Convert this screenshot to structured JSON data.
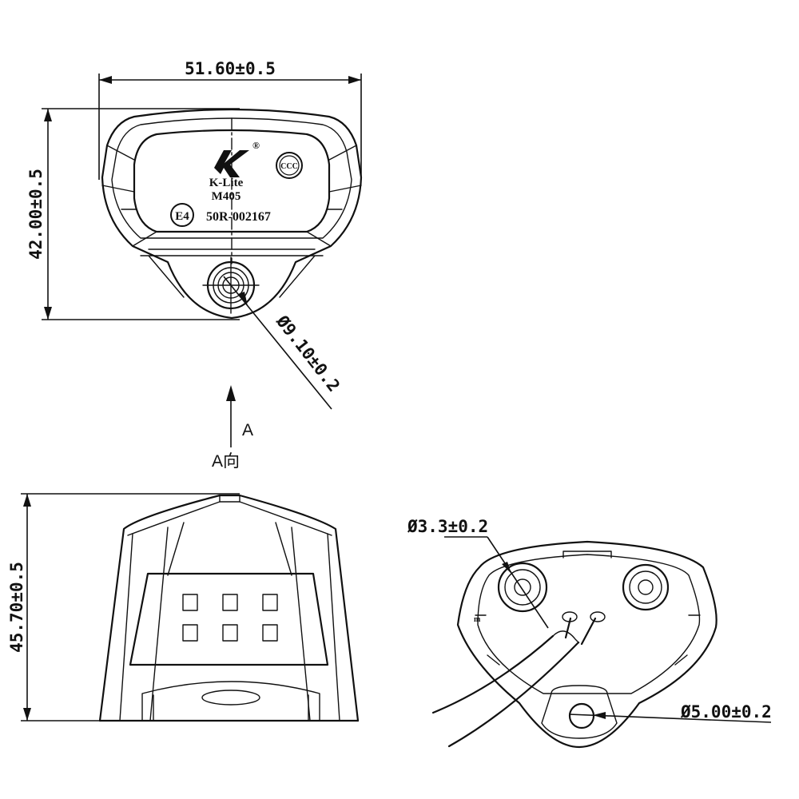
{
  "dimensions": {
    "top_width": "51.60±0.5",
    "top_height": "42.00±0.5",
    "hole_diameter_large": "Ø9.10±0.2",
    "front_height": "45.70±0.5",
    "hole_diameter_small": "Ø3.3±0.2",
    "hole_diameter_mount": "Ø5.00±0.2"
  },
  "view_indicator": {
    "arrow_label": "A",
    "view_label": "A向"
  },
  "product_markings": {
    "brand": "K-Lite",
    "model": "M405",
    "approval_symbol": "E4",
    "approval_number": "50R-002167",
    "certification": "CCC",
    "registered_mark": "®"
  }
}
